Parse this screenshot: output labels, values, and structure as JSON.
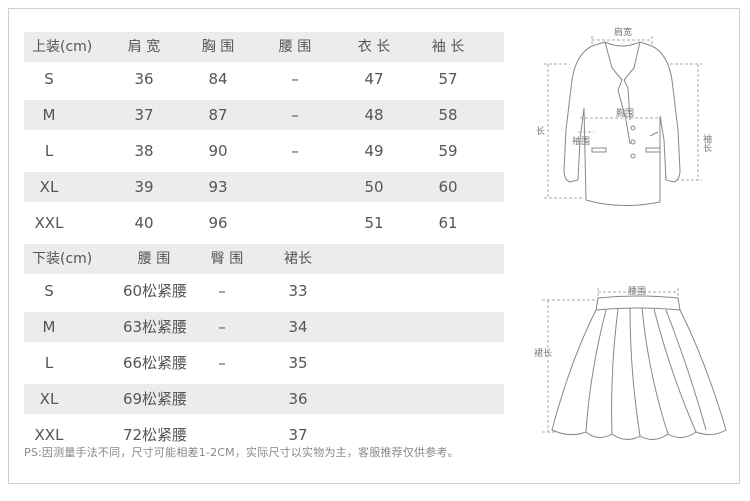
{
  "top_table": {
    "headers": [
      "上装(cm)",
      "肩 宽",
      "胸 围",
      "腰 围",
      "衣 长",
      "袖 长"
    ],
    "rows": [
      [
        "S",
        "36",
        "84",
        "–",
        "47",
        "57"
      ],
      [
        "M",
        "37",
        "87",
        "–",
        "48",
        "58"
      ],
      [
        "L",
        "38",
        "90",
        "–",
        "49",
        "59"
      ],
      [
        "XL",
        "39",
        "93",
        "",
        "50",
        "60"
      ],
      [
        "XXL",
        "40",
        "96",
        "",
        "51",
        "61"
      ]
    ]
  },
  "bottom_table": {
    "headers": [
      "下装(cm)",
      "腰 围",
      "臀 围",
      "裙长"
    ],
    "rows": [
      [
        "S",
        "60松紧腰",
        "–",
        "33"
      ],
      [
        "M",
        "63松紧腰",
        "–",
        "34"
      ],
      [
        "L",
        "66松紧腰",
        "–",
        "35"
      ],
      [
        "XL",
        "69松紧腰",
        "",
        "36"
      ],
      [
        "XXL",
        "72松紧腰",
        "",
        "37"
      ]
    ]
  },
  "note": "PS:因测量手法不同，尺寸可能相差1-2CM，实际尺寸以实物为主，客服推荐仅供参考。",
  "jacket_labels": {
    "shoulder": "肩宽",
    "chest": "胸围",
    "waist": "袖围",
    "length": "长",
    "sleeve": "袖长"
  },
  "skirt_labels": {
    "waist": "腰围",
    "length": "裙长"
  }
}
